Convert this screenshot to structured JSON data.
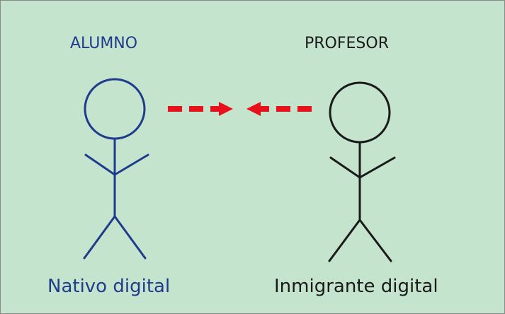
{
  "diagram": {
    "student": {
      "title": "ALUMNO",
      "caption": "Nativo digital",
      "color": "#1f3b8c"
    },
    "teacher": {
      "title": "PROFESOR",
      "caption": "Inmigrante digital",
      "color": "#1a1a1a"
    },
    "background_color": "#c5e4cd",
    "arrow_color": "#e8101a",
    "icons": [
      "stick-figure-student",
      "stick-figure-teacher",
      "dashed-arrow-right",
      "dashed-arrow-left"
    ]
  }
}
